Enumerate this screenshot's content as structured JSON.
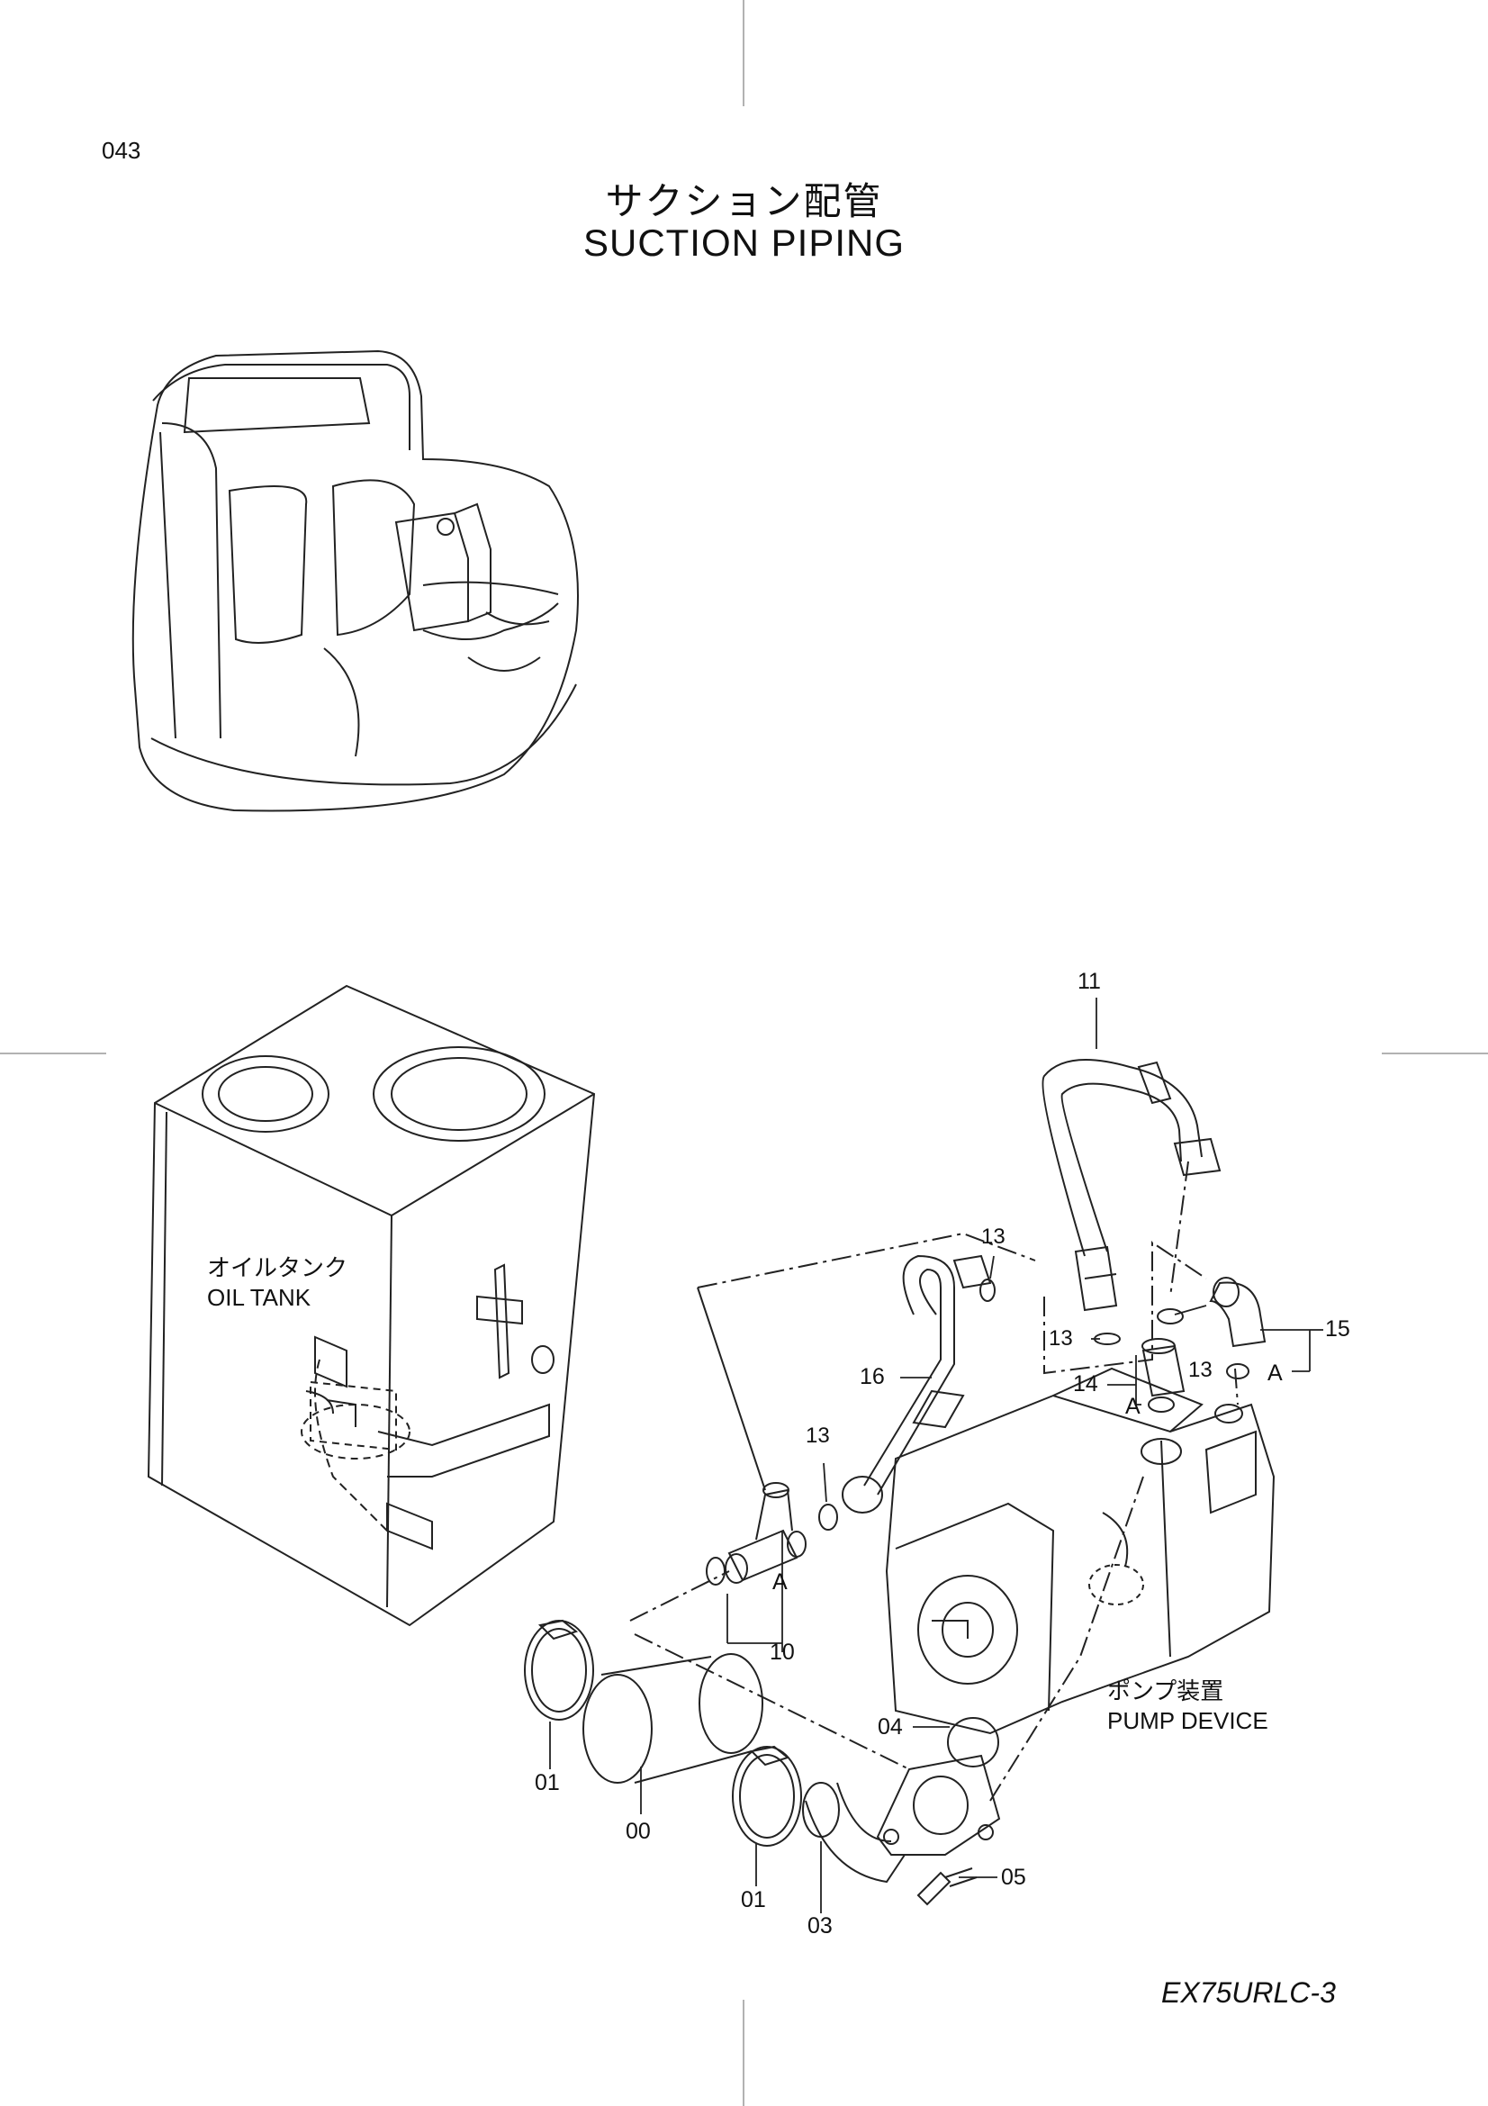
{
  "page_number": "043",
  "title_jp": "サクションン配管",
  "title_en": "SUCTION  PIPING",
  "model": "EX75URLC-3",
  "oil_tank_label": {
    "jp": "オイルタンク",
    "en": "OIL TANK"
  },
  "pump_device_label": {
    "jp": "ポンプ装置",
    "en": "PUMP DEVICE"
  },
  "callouts": {
    "p00": "00",
    "p01a": "01",
    "p01b": "01",
    "p03": "03",
    "p04": "04",
    "p05": "05",
    "p10": "10",
    "p11": "11",
    "p13a": "13",
    "p13b": "13",
    "p13c": "13",
    "p13d": "13",
    "p14": "14",
    "p15": "15",
    "p16": "16",
    "refA1": "A",
    "refA2": "A",
    "refA3": "A"
  }
}
